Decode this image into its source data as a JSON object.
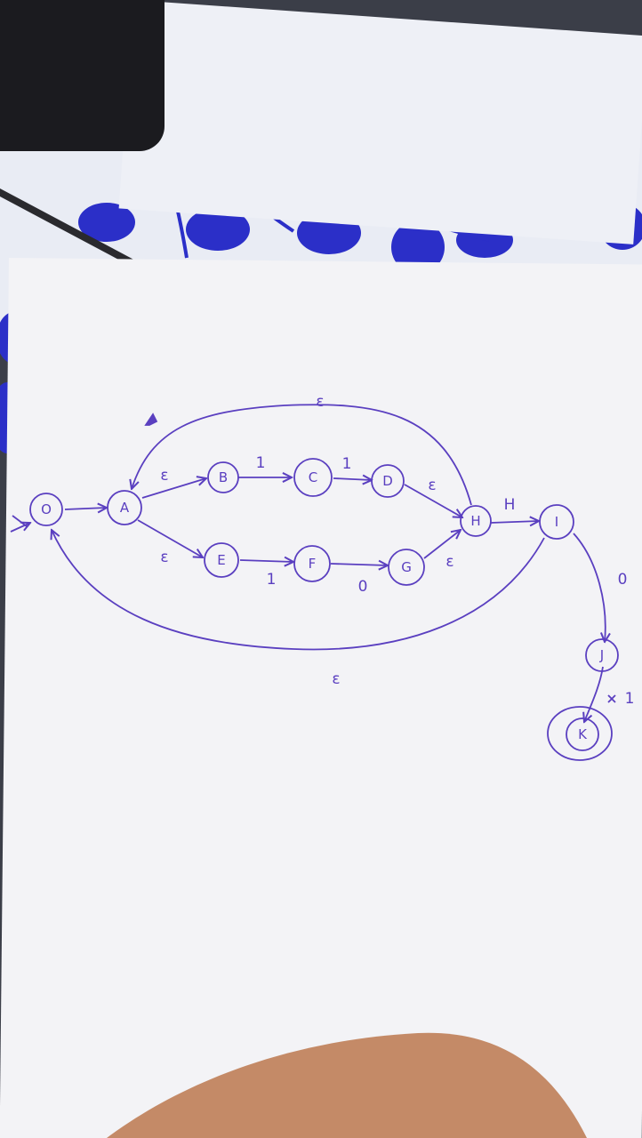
{
  "colors": {
    "ink": "#5a3fc0",
    "paper": "#f3f3f6",
    "paper_top": "#eef0f6",
    "fabric_blue": "#2b2fc8",
    "fabric_light": "#e9ecf4",
    "phone": "#1b1b1f",
    "skin": "#c48a67",
    "table": "#3b3e48"
  },
  "diagram": {
    "nodes": {
      "O": "O",
      "A": "A",
      "B": "B",
      "C": "C",
      "D": "D",
      "E": "E",
      "F": "F",
      "G": "G",
      "H": "H",
      "I": "I",
      "J": "J",
      "K": "K"
    },
    "edges": {
      "O_A": "",
      "A_B": "ε",
      "B_C": "1",
      "C_D": "1",
      "D_H": "ε",
      "A_E": "ε",
      "E_F": "1",
      "F_G": "0",
      "G_H": "ε",
      "H_I": "H",
      "I_J": "0",
      "J_K": "1",
      "H_A": "ε",
      "I_O": "ε"
    },
    "scribble": "1"
  }
}
